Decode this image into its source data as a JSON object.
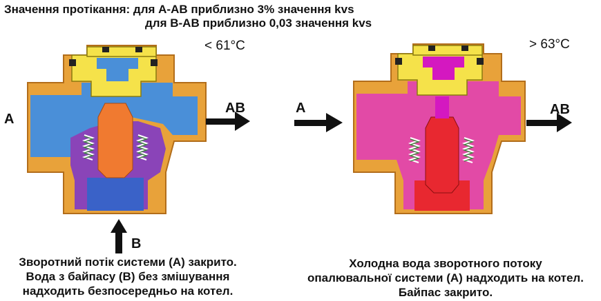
{
  "header": {
    "line1": "Значення протікання: для A-AB приблизно 3% значення kvs",
    "line2": "для B-AB приблизно 0,03 значення kvs"
  },
  "left": {
    "temp": "< 61°C",
    "port_a": "A",
    "port_ab": "AB",
    "port_b": "B",
    "caption": [
      "Зворотний потік системи (А) закрито.",
      "Вода з байпасу (В) без змішування",
      "надходить безпосередньо на котел."
    ]
  },
  "right": {
    "temp": "> 63°C",
    "port_a": "A",
    "port_ab": "AB",
    "caption": [
      "Холодна вода зворотного потоку",
      "опалювальної системи (А) надходить на котел.",
      "Байпас закрито."
    ]
  },
  "colors": {
    "body": "#e8a23a",
    "bonnet": "#f5e24a",
    "blue": "#4a8fd8",
    "purple": "#8a44b8",
    "pink": "#e24aa6",
    "magenta": "#d418c0",
    "orange": "#f07a30",
    "red": "#e82830",
    "arrow": "#111111"
  }
}
